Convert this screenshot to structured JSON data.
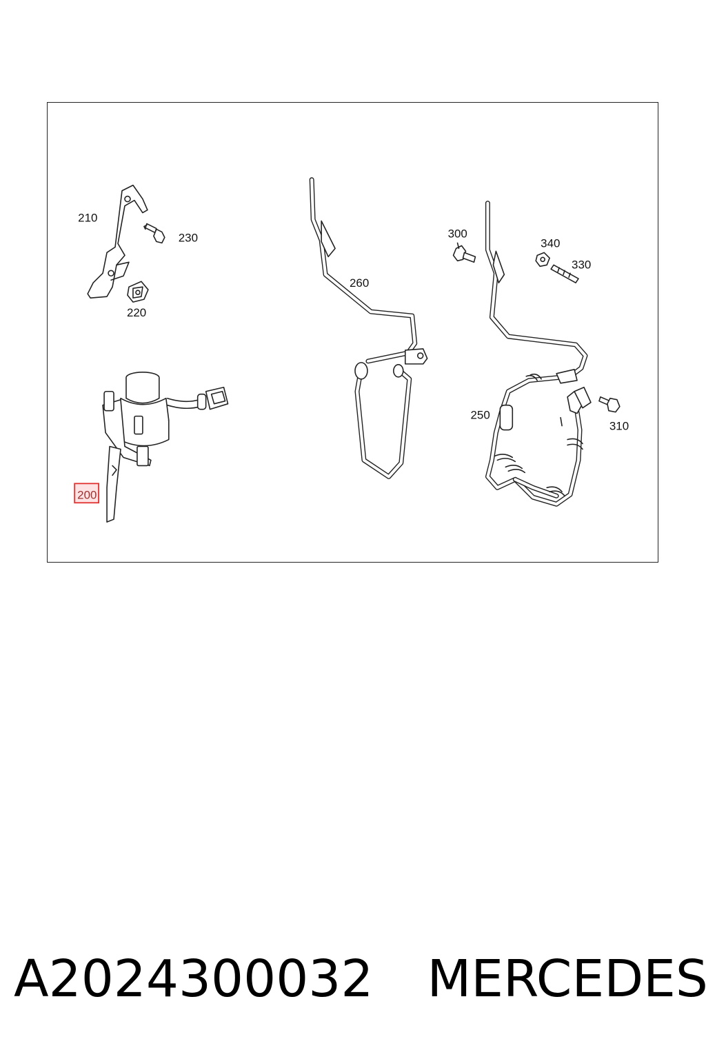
{
  "diagram": {
    "callouts": {
      "c200": "200",
      "c210": "210",
      "c220": "220",
      "c230": "230",
      "c250": "250",
      "c260": "260",
      "c300": "300",
      "c310": "310",
      "c330": "330",
      "c340": "340"
    },
    "highlighted_callout": "200",
    "highlight_color": "#e03030"
  },
  "footer": {
    "part_number": "A2024300032",
    "brand": "MERCEDES"
  }
}
